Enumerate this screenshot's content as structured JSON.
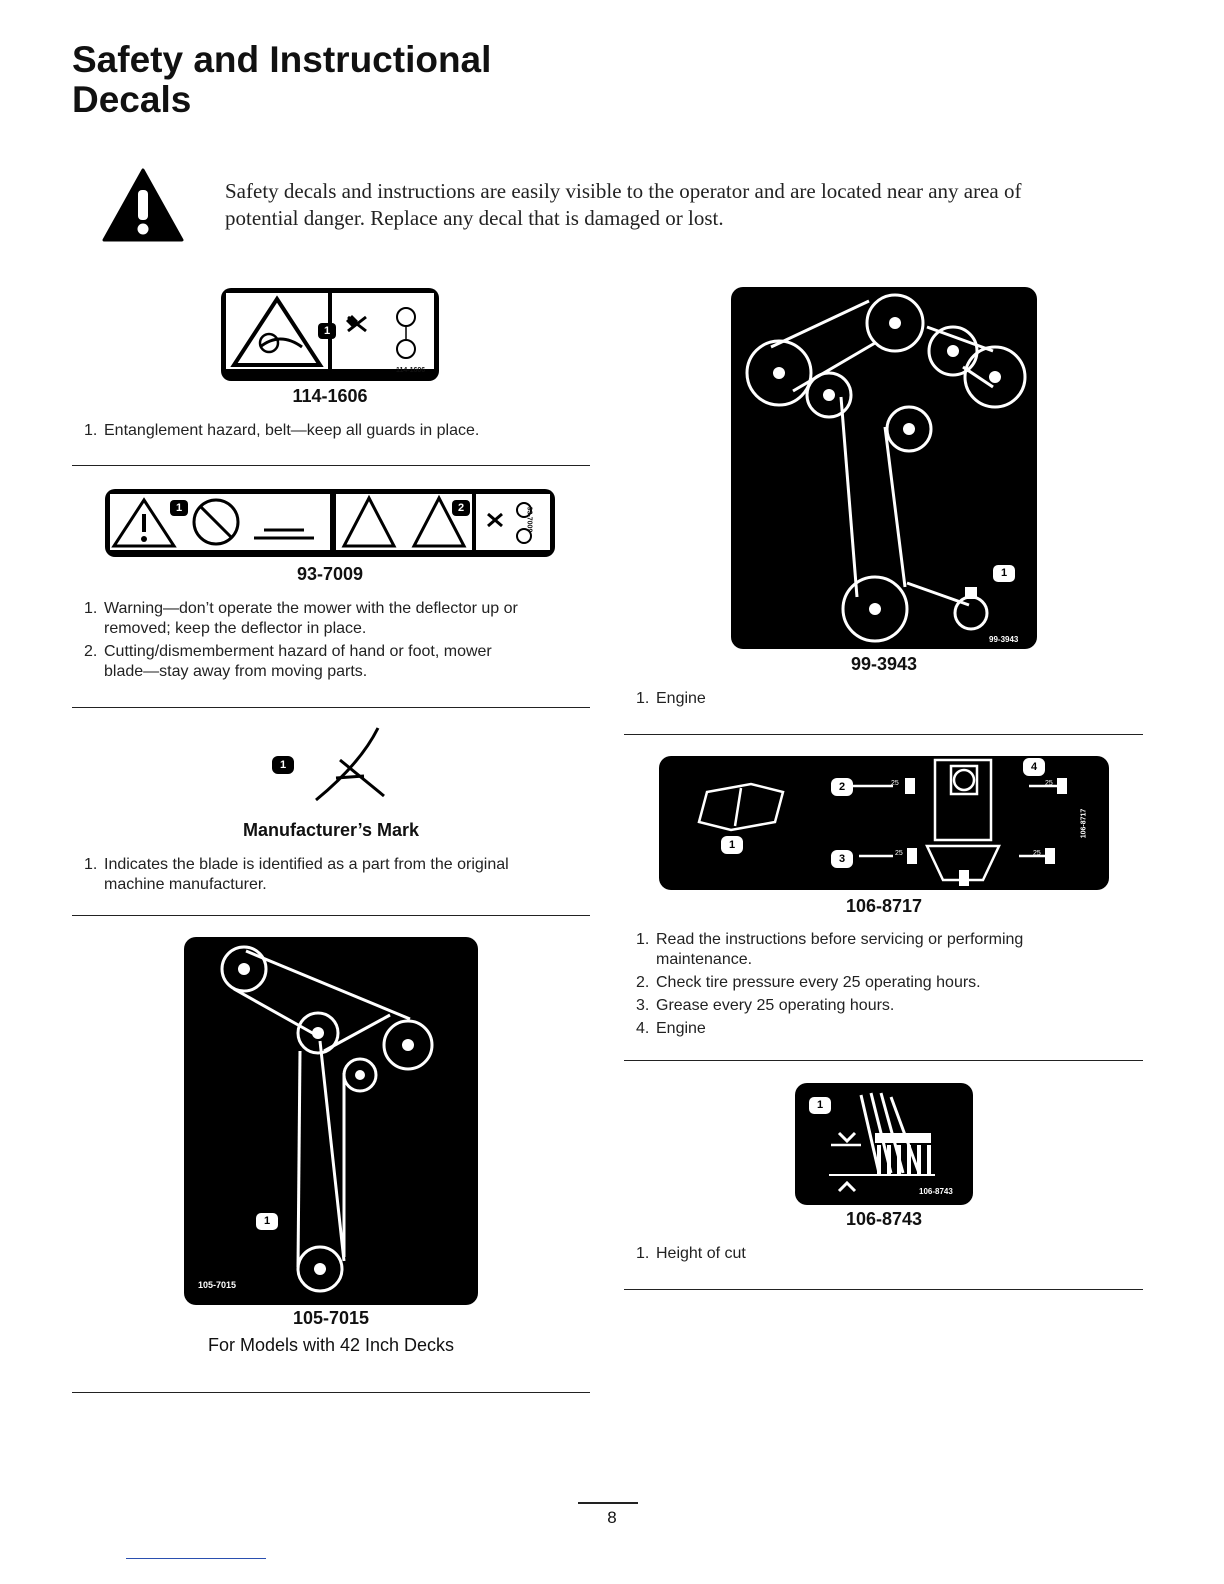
{
  "page": {
    "title_line1": "Safety and Instructional",
    "title_line2": "Decals",
    "intro_line1": "Safety decals and instructions are easily visible to the operator and are located near any area of",
    "intro_line2": "potential danger. Replace any decal that is damaged or lost.",
    "page_number": "8"
  },
  "left": {
    "decal_114_1606": {
      "id": "114-1606",
      "stamp": "114-1606",
      "badge": "1",
      "items": [
        {
          "num": "1.",
          "text": "Entanglement hazard, belt—keep all guards in place."
        }
      ]
    },
    "decal_93_7009": {
      "id": "93-7009",
      "stamp": "93-7009",
      "badge1": "1",
      "badge2": "2",
      "items": [
        {
          "num": "1.",
          "line1": "Warning—don’t operate the mower with the deflector up or",
          "line2": "removed; keep the deflector in place."
        },
        {
          "num": "2.",
          "line1": "Cutting/dismemberment hazard of hand or foot, mower",
          "line2": "blade—stay away from moving parts."
        }
      ]
    },
    "mark": {
      "id": "Manufacturer’s Mark",
      "badge": "1",
      "items": [
        {
          "num": "1.",
          "line1": "Indicates the blade is identified as a part from the original",
          "line2": "machine manufacturer."
        }
      ]
    },
    "decal_105_7015": {
      "id": "105-7015",
      "stamp": "105-7015",
      "badge": "1",
      "subtitle": "For Models with 42 Inch Decks"
    }
  },
  "right": {
    "decal_99_3943": {
      "id": "99-3943",
      "stamp": "99-3943",
      "badge": "1",
      "items": [
        {
          "num": "1.",
          "text": "Engine"
        }
      ]
    },
    "decal_106_8717": {
      "id": "106-8717",
      "stamp": "106-8717",
      "badges": [
        "1",
        "2",
        "3",
        "4"
      ],
      "interval": "25",
      "items": [
        {
          "num": "1.",
          "line1": "Read the instructions before servicing or performing",
          "line2": "maintenance."
        },
        {
          "num": "2.",
          "line1": "Check tire pressure every 25 operating hours.",
          "line2": ""
        },
        {
          "num": "3.",
          "line1": "Grease every 25 operating hours.",
          "line2": ""
        },
        {
          "num": "4.",
          "line1": "Engine",
          "line2": ""
        }
      ]
    },
    "decal_106_8743": {
      "id": "106-8743",
      "stamp": "106-8743",
      "badge": "1",
      "items": [
        {
          "num": "1.",
          "text": "Height of cut"
        }
      ]
    }
  }
}
